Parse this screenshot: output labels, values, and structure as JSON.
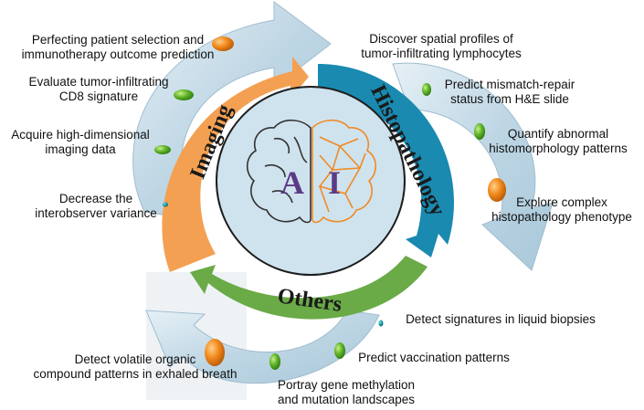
{
  "center": {
    "left_letter": "A",
    "right_letter": "I"
  },
  "segments": {
    "imaging": "Imaging",
    "histopathology": "Histopathology",
    "others": "Others"
  },
  "colors": {
    "imaging": "#f4a052",
    "histopathology": "#1a8ab0",
    "others": "#6aaa47",
    "arrow": "#c5dbe8",
    "center_fill": "#cfe3ee",
    "brain_left": "#333333",
    "brain_right": "#f08a24",
    "letters": "#5b3a86"
  },
  "labels": {
    "imaging": [
      {
        "lines": [
          "Perfecting patient selection and",
          "immunotherapy outcome prediction"
        ]
      },
      {
        "lines": [
          "Evaluate tumor-infiltrating",
          "CD8 signature"
        ]
      },
      {
        "lines": [
          "Acquire high-dimensional",
          "imaging data"
        ]
      },
      {
        "lines": [
          "Decrease the",
          "interobserver variance"
        ]
      }
    ],
    "histopathology": [
      {
        "lines": [
          "Discover spatial profiles of",
          "tumor-infiltrating lymphocytes"
        ]
      },
      {
        "lines": [
          "Predict mismatch-repair",
          "status from H&E slide"
        ]
      },
      {
        "lines": [
          "Quantify abnormal",
          "histomorphology patterns"
        ]
      },
      {
        "lines": [
          "Explore complex",
          "histopathology phenotype"
        ]
      }
    ],
    "others": [
      {
        "lines": [
          "Detect signatures in liquid biopsies"
        ]
      },
      {
        "lines": [
          "Predict vaccination patterns"
        ]
      },
      {
        "lines": [
          "Portray gene methylation",
          "and mutation landscapes"
        ]
      },
      {
        "lines": [
          "Detect volatile organic",
          "compound patterns in exhaled breath"
        ]
      }
    ]
  }
}
